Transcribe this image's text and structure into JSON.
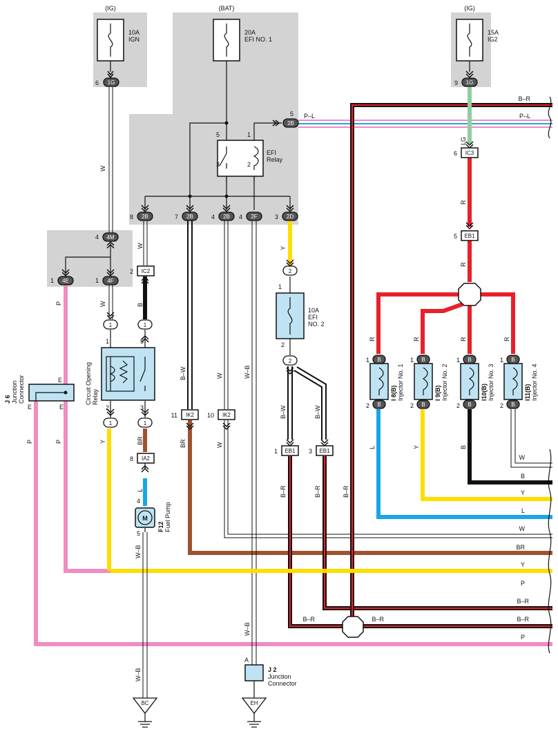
{
  "sources": {
    "ig_left": "(IG)",
    "bat": "(BAT)",
    "ig_right": "(IG)"
  },
  "fuses": {
    "ign": {
      "amp": "10A",
      "name": "IGN"
    },
    "efi1": {
      "amp": "20A",
      "name": "EFI NO. 1"
    },
    "ig2": {
      "amp": "15A",
      "name": "IG2"
    },
    "efi2": {
      "amp": "10A",
      "name_line1": "EFI",
      "name_line2": "NO. 2"
    }
  },
  "relays": {
    "efi": {
      "line1": "EFI",
      "line2": "Relay"
    },
    "circuit_opening": {
      "line1": "Circuit Opening",
      "line2": "Relay"
    }
  },
  "connectors": {
    "c1g_left": {
      "pin": "6",
      "code": "1G"
    },
    "c1g_right": {
      "pin": "9",
      "code": "1G"
    },
    "c2b_top": {
      "pin": "5",
      "code": "2B"
    },
    "c2b_8": {
      "pin": "8",
      "code": "2B"
    },
    "c2b_7": {
      "pin": "7",
      "code": "2B"
    },
    "c2b_4": {
      "pin": "4",
      "code": "2B"
    },
    "c2f": {
      "pin": "4",
      "code": "2F"
    },
    "c2d": {
      "pin": "3",
      "code": "2D"
    },
    "c4m": {
      "pin": "4",
      "code": "4M"
    },
    "c4e": {
      "pin": "1",
      "code": "4E"
    },
    "c4f": {
      "pin": "1",
      "code": "4F"
    },
    "ic2": {
      "pin": "2",
      "code": "IC2"
    },
    "ic3": {
      "pin": "6",
      "code": "IC3"
    },
    "eb1_top": {
      "pin": "5",
      "code": "EB1"
    },
    "eb1_a": {
      "pin": "1",
      "code": "EB1"
    },
    "eb1_b": {
      "pin": "3",
      "code": "EB1"
    },
    "ik2_a": {
      "pin": "11",
      "code": "IK2"
    },
    "ik2_b": {
      "pin": "10",
      "code": "IK2"
    },
    "ia2": {
      "pin": "8",
      "code": "IA2"
    }
  },
  "relay_pins": {
    "efi_5": "5",
    "efi_1": "1",
    "efi_3": "3",
    "efi_2": "2",
    "cor_1": "1",
    "cor_5": "5",
    "cor_2": "2",
    "cor_3": "3"
  },
  "small_pins": {
    "one": "1",
    "two": "2",
    "three": "3",
    "four": "4",
    "five": "5",
    "e": "E",
    "a": "A",
    "b": "B"
  },
  "junction_j6": {
    "id": "J 6",
    "line1": "Junction",
    "line2": "Connector",
    "pin": "E"
  },
  "junction_j2": {
    "id": "J 2",
    "line1": "Junction",
    "line2": "Connector",
    "pin": "A"
  },
  "fuel_pump": {
    "id": "F12",
    "name": "Fuel Pump",
    "symbol": "M"
  },
  "injectors": [
    {
      "id": "I 8(B)",
      "name": "Injector No. 1"
    },
    {
      "id": "I 9(B)",
      "name": "Injector No. 2"
    },
    {
      "id": "I10(B)",
      "name": "Injector No. 3"
    },
    {
      "id": "I11(B)",
      "name": "Injector No. 4"
    }
  ],
  "grounds": {
    "bc": "BC",
    "eh": "EH"
  },
  "wire_labels": {
    "W": "W",
    "P": "P",
    "B": "B",
    "Y": "Y",
    "L": "L",
    "LG": "LG",
    "R": "R",
    "BR": "BR",
    "BW": "B–W",
    "WB": "W–B",
    "BR2": "B–R",
    "PL": "P–L"
  },
  "colors": {
    "red": "#e8202a",
    "pink": "#f08cbf",
    "yellow": "#ffdd00",
    "blue": "#1aa6e6",
    "brown": "#a0522d",
    "green": "#8fcf9f",
    "white_wire": "#ffffff",
    "black": "#111111",
    "grey_panel": "#d3d3d3",
    "component_fill": "#bfe3f3"
  }
}
